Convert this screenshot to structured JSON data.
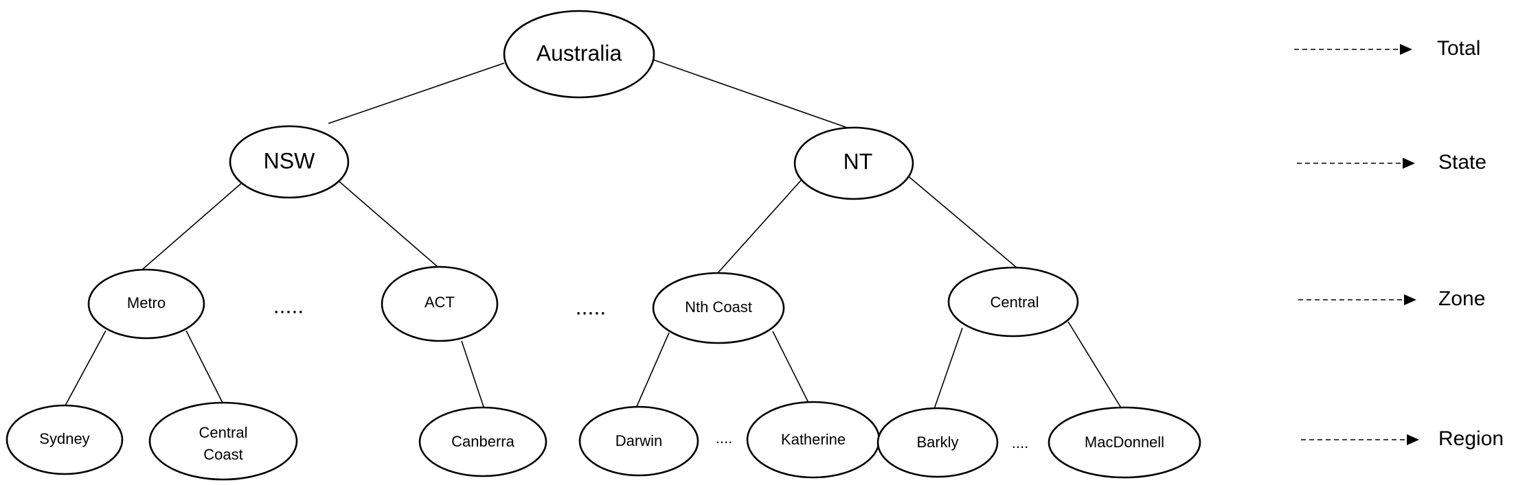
{
  "nodes": {
    "australia": "Australia",
    "nsw": "NSW",
    "nt": "NT",
    "metro": "Metro",
    "act": "ACT",
    "nth_coast": "Nth Coast",
    "central": "Central",
    "sydney": "Sydney",
    "central_coast_line1": "Central",
    "central_coast_line2": "Coast",
    "canberra": "Canberra",
    "darwin": "Darwin",
    "katherine": "Katherine",
    "barkly": "Barkly",
    "macdonnell": "MacDonnell"
  },
  "ellipses": {
    "zone_between_metro_act": ".....",
    "zone_between_act_nthcoast": ".....",
    "region_between_darwin_katherine": "....",
    "region_between_barkly_macdonnell": "...."
  },
  "legend": {
    "total": "Total",
    "state": "State",
    "zone": "Zone",
    "region": "Region"
  }
}
